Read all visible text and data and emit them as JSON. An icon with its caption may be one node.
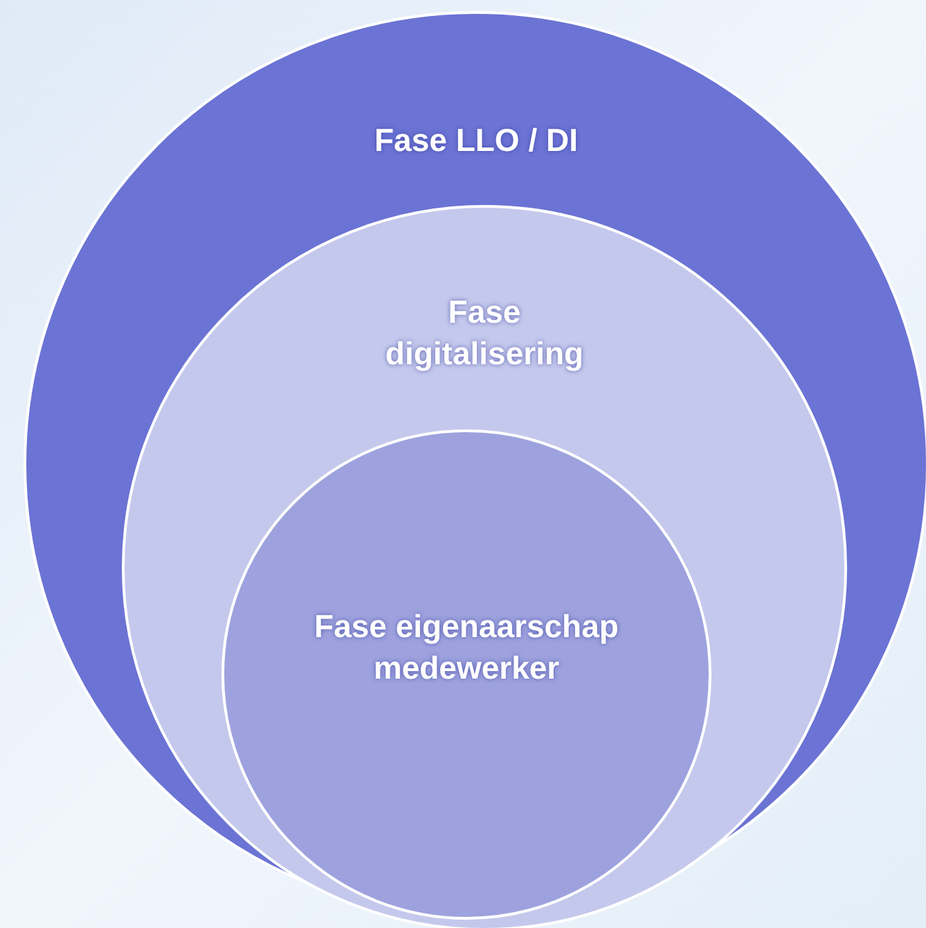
{
  "diagram": {
    "nodes": [
      {
        "text": [
          "Fase LLO / DI"
        ]
      },
      {
        "text": [
          "Fase digitalisering"
        ],
        "in": 0
      },
      {
        "text": [
          "Fase eigenaarschap medewerker"
        ],
        "in": 1
      }
    ]
  }
}
